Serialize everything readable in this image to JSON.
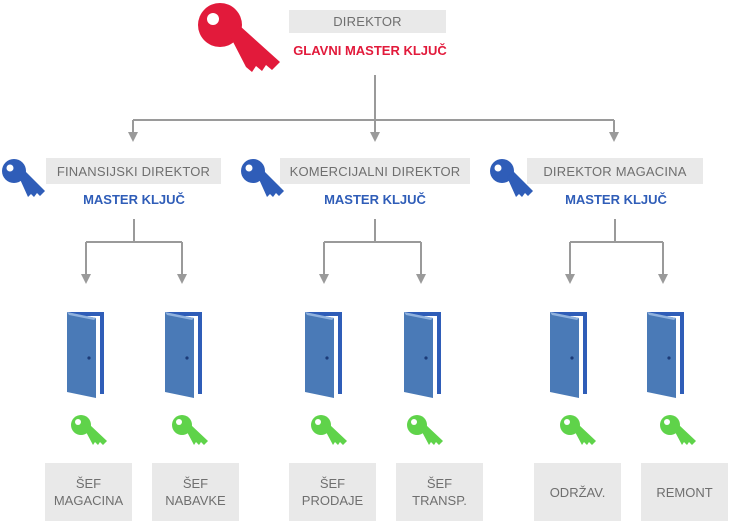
{
  "director": {
    "title": "DIREKTOR",
    "key_label": "GLAVNI MASTER KLJUČ"
  },
  "managers": [
    {
      "title": "FINANSIJSKI DIREKTOR",
      "key_label": "MASTER KLJUČ"
    },
    {
      "title": "KOMERCIJALNI DIREKTOR",
      "key_label": "MASTER KLJUČ"
    },
    {
      "title": "DIREKTOR MAGACINA",
      "key_label": "MASTER KLJUČ"
    }
  ],
  "doors": [
    {
      "line1": "ŠEF",
      "line2": "MAGACINA"
    },
    {
      "line1": "ŠEF",
      "line2": "NABAVKE"
    },
    {
      "line1": "ŠEF",
      "line2": "PRODAJE"
    },
    {
      "line1": "ŠEF",
      "line2": "TRANSP."
    },
    {
      "line1": "ODRŽAV.",
      "line2": ""
    },
    {
      "line1": "REMONT",
      "line2": ""
    }
  ],
  "colors": {
    "red_key": "#e21a3b",
    "blue_key": "#2f5db8",
    "green_key": "#5fd34a",
    "door": "#4a7ab7",
    "line": "#9a9a9a"
  },
  "icons": {
    "director": "red-key-icon",
    "manager": "blue-key-icon",
    "door": "door-icon",
    "door_key": "green-key-icon"
  }
}
